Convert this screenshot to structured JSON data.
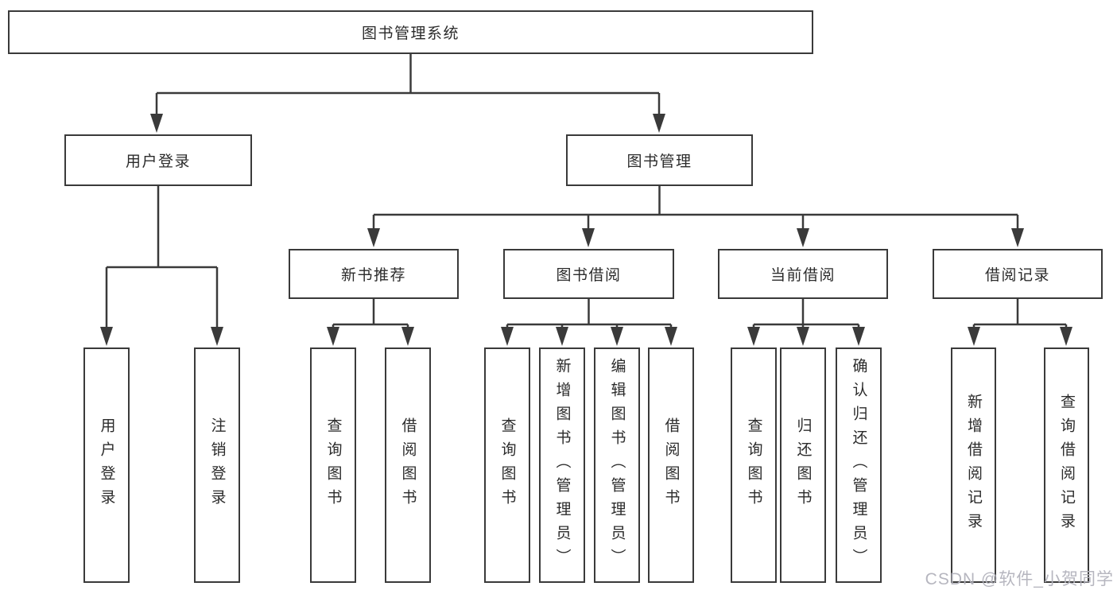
{
  "colors": {
    "line": "#3a3a3a",
    "box_border": "#3a3a3a",
    "text": "#2b2b2b",
    "watermark": "#b2b2bc"
  },
  "watermark": "CSDN @软件_小贺同学",
  "nodes": {
    "root": "图书管理系统",
    "userLogin": "用户登录",
    "bookManagement": "图书管理",
    "newBookRec": "新书推荐",
    "bookBorrow": "图书借阅",
    "currentBorrow": "当前借阅",
    "borrowRecord": "借阅记录",
    "leafUserLogin": "用户登录",
    "leafLogout": "注销登录",
    "leafQueryBookNb": "查询图书",
    "leafBorrowBookNb": "借阅图书",
    "leafQueryBookBb": "查询图书",
    "leafAddBookAdmin": "新增图书（管理员）",
    "leafEditBookAdmin": "编辑图书（管理员）",
    "leafBorrowBookBb": "借阅图书",
    "leafQueryBookCb": "查询图书",
    "leafReturnBook": "归还图书",
    "leafConfirmReturnAdmin": "确认归还（管理员）",
    "leafAddBorrowRecord": "新增借阅记录",
    "leafQueryBorrowRecord": "查询借阅记录"
  }
}
